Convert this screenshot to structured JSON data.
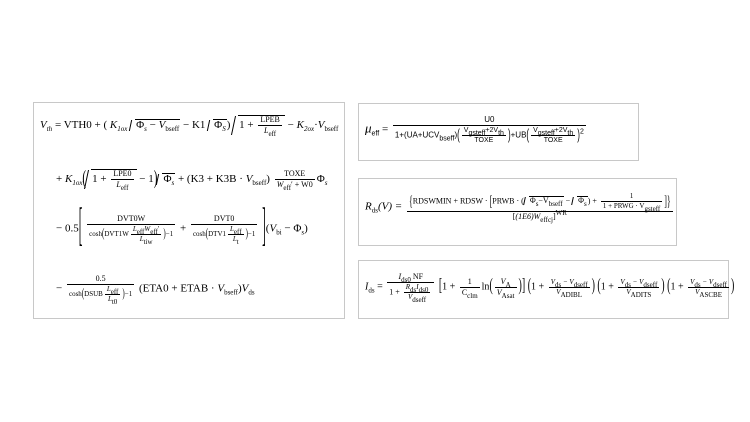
{
  "equations": {
    "vth": {
      "lhs": "V",
      "lhs_sub": "th",
      "line1": {
        "eq": "= VTH0 + (",
        "k1ox": "K",
        "k1ox_sub": "1ox",
        "sqrt1_a": "Φ",
        "sqrt1_a_sub": "s",
        "sqrt1_minus": " − ",
        "sqrt1_b": "V",
        "sqrt1_b_sub": "bseff",
        "minus_k1": " − K1",
        "sqrt2": "Φ",
        "sqrt2_sub": "S",
        "close": ")",
        "one_plus": "1 + ",
        "lpeb_num": "LPEB",
        "lpeb_den": "L",
        "lpeb_den_sub": "eff",
        "minus_k2": " − ",
        "k2": "K",
        "k2_sub": "2ox",
        "dot": "·",
        "vb": "V",
        "vb_sub": "bseff"
      },
      "line2": {
        "plus": "+ ",
        "k1ox": "K",
        "k1ox_sub": "1ox",
        "one_plus": "1 + ",
        "lpe0_num": "LPE0",
        "lpe0_den": "L",
        "lpe0_den_sub": "eff",
        "minus1": " − 1",
        "phi": "Φ",
        "phi_sub": "s",
        "k3": " + (K3 + K3B · ",
        "vb": "V",
        "vb_sub": "bseff",
        "close": ")",
        "toxe_num": "TOXE",
        "toxe_den_w": "W",
        "toxe_den_w_sub": "eff",
        "toxe_den_rest": "′ + W0",
        "phi2": "Φ",
        "phi2_sub": "s"
      },
      "line3": {
        "coef": "− 0.5",
        "t1_num": "DVT0W",
        "t1_den_pre": "cosh",
        "t1_den_arg": "DVT1W",
        "t1_inner_num": "L",
        "t1_inner_num_sub": "eff",
        "t1_inner_num_w": "W",
        "t1_inner_num_w_sub": "eff",
        "t1_inner_den": "L",
        "t1_inner_den_sub": "tiw",
        "t1_den_post": "−1",
        "plus": " + ",
        "t2_num": "DVT0",
        "t2_den_pre": "cosh",
        "t2_den_arg": "DTV1",
        "t2_inner_num": "L",
        "t2_inner_num_sub": "eff",
        "t2_inner_den": "L",
        "t2_inner_den_sub": "t",
        "t2_den_post": "−1",
        "tail_v": "V",
        "tail_v_sub": "bi",
        "tail_rest": " − Φ",
        "tail_phi_sub": "s"
      },
      "line4": {
        "minus": "− ",
        "num": "0.5",
        "den_pre": "cosh",
        "den_arg": "DSUB",
        "inner_num": "L",
        "inner_num_sub": "eff",
        "inner_den": "L",
        "inner_den_sub": "t0",
        "den_post": "−1",
        "eta": "(ETA0 + ETAB · ",
        "vb": "V",
        "vb_sub": "bseff",
        "close": ")",
        "vds": "V",
        "vds_sub": "ds"
      }
    },
    "mueff": {
      "lhs": "μ",
      "lhs_sub": "eff",
      "eq": "=",
      "num": "U0",
      "den_a": "1+(UA+UC",
      "den_vb": "V",
      "den_vb_sub": "bseff",
      "den_close": ")",
      "f1_num_v": "V",
      "f1_num_v_sub": "gsteff",
      "f1_num_rest": "+2V",
      "f1_num_sub": "th",
      "f1_den": "TOXE",
      "plus_ub": "+UB",
      "f2_num_v": "V",
      "f2_num_v_sub": "gsteff",
      "f2_num_rest": "+2V",
      "f2_num_sub": "th",
      "f2_den": "TOXE",
      "exp": "2"
    },
    "rds": {
      "lhs": "R",
      "lhs_sub": "ds",
      "lhs_arg": "(V) =",
      "num_a": "RDSWMIN + RDSW · ",
      "prwb": "PRWB · (",
      "phi": "Φ",
      "phi_sub": "s",
      "minus_v": "−V",
      "v_sub": "bseff",
      "minus_phi": " − ",
      "phi2": "Φ",
      "phi2_sub": "s",
      "close": ") + ",
      "inner_num": "1",
      "inner_den": "1 + PRWG · V",
      "inner_den_sub": "gsteff",
      "den": "(1E6)W",
      "den_sub": "effcj",
      "den_exp": "WR"
    },
    "ids": {
      "lhs": "I",
      "lhs_sub": "ds",
      "eq": "=",
      "num": "I",
      "num_sub": "ds0",
      "num_rest": " NF",
      "den_a": "1 + ",
      "den_num": "R",
      "den_num_sub": "ds",
      "den_num_i": "I",
      "den_num_i_sub": "ds0",
      "den_den": "V",
      "den_den_sub": "dseff",
      "b1_a": "1 + ",
      "b1_frac_num": "1",
      "b1_frac_den": "C",
      "b1_frac_den_sub": "clm",
      "b1_ln": "ln",
      "b1_ln_num": "V",
      "b1_ln_num_sub": "A",
      "b1_ln_den": "V",
      "b1_ln_den_sub": "Asat",
      "p_a": "1 + ",
      "p_num": "V",
      "p_num_sub": "ds",
      "p_num_minus": " − V",
      "p_num_sub2": "dseff",
      "p1_den": "V",
      "p1_den_sub": "ADIBL",
      "p2_den": "V",
      "p2_den_sub": "ADITS",
      "p3_den": "V",
      "p3_den_sub": "ASCBE"
    }
  },
  "colors": {
    "border": "#c8c8c8",
    "background": "#ffffff",
    "text": "#000000"
  }
}
